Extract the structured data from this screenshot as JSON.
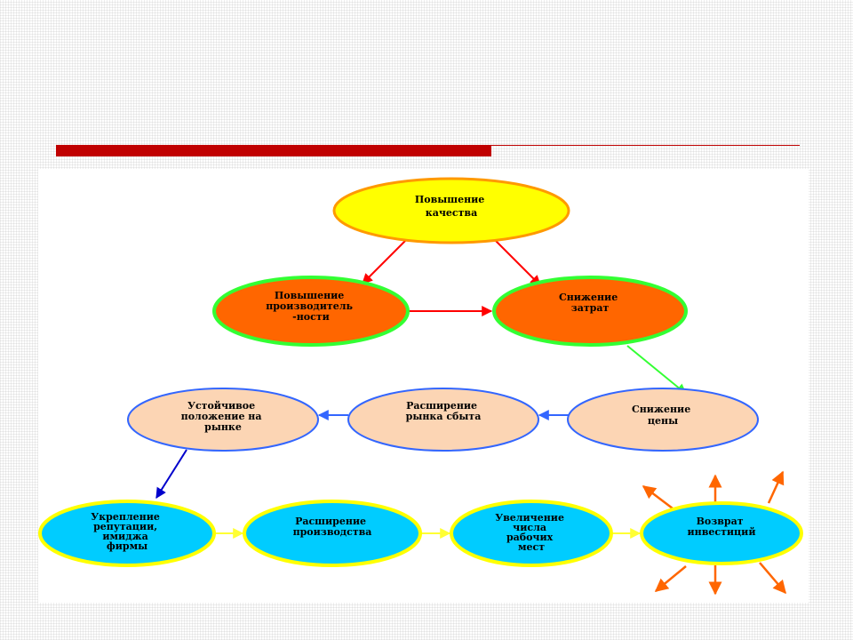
{
  "colors": {
    "accent_red": "#c00000",
    "yellow_fill": "#ffff00",
    "orange_fill": "#ff6600",
    "peach_fill": "#fcd5b4",
    "cyan_fill": "#00ccff",
    "border_orange": "#ff9900",
    "border_green": "#33ff33",
    "border_blue": "#3366ff",
    "border_yellow": "#ffff00",
    "arrow_red": "#ff0000",
    "arrow_green": "#33ff33",
    "arrow_blue": "#3366ff",
    "arrow_darkblue": "#0000cc",
    "arrow_yellow": "#ffff33",
    "arrow_orange": "#ff6600"
  },
  "nodes": {
    "quality": [
      "Повышение",
      "качества"
    ],
    "productivity": [
      "Повышение",
      "производитель",
      "-ности"
    ],
    "costs": [
      "Снижение",
      "затрат"
    ],
    "price": [
      "Снижение",
      "цены"
    ],
    "market": [
      "Расширение",
      "рынка сбыта"
    ],
    "position": [
      "Устойчивое",
      "положение на",
      "рынке"
    ],
    "reputation": [
      "Укрепление",
      "репутации,",
      "имиджа",
      "фирмы"
    ],
    "production": [
      "Расширение",
      "производства"
    ],
    "jobs": [
      "Увеличение",
      "числа",
      "рабочих",
      "мест"
    ],
    "investment": [
      "Возврат",
      "инвестиций"
    ]
  }
}
